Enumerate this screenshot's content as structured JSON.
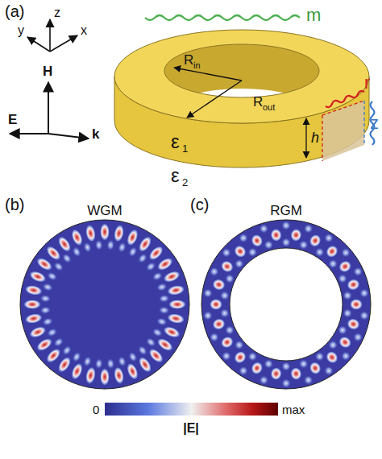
{
  "diagram": {
    "labels": [
      "(a)",
      "z",
      "y",
      "x",
      "H",
      "E",
      "k",
      "m",
      "R",
      "in",
      "R",
      "out",
      "r",
      "z",
      "h",
      "ε",
      "1",
      "ε",
      "2",
      "(b)",
      "WGM",
      "(c)",
      "RGM",
      "0",
      "|E|",
      "max"
    ]
  }
}
